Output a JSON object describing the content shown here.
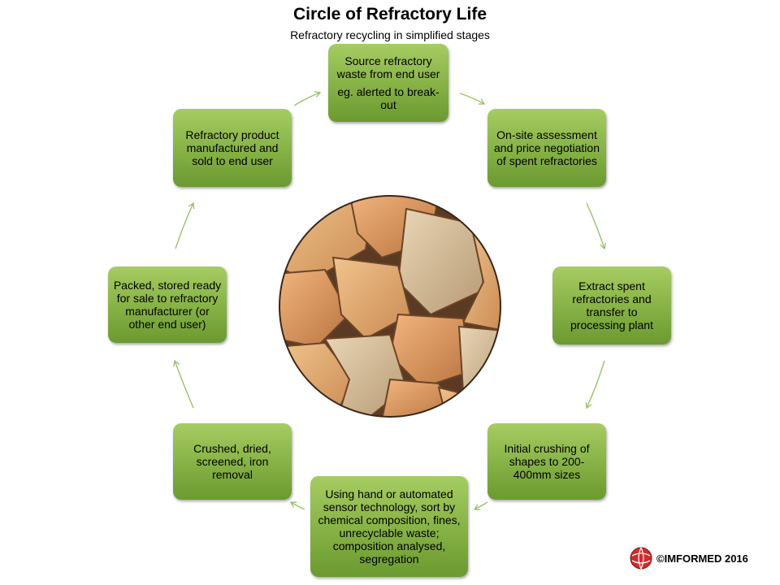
{
  "title": "Circle of Refractory Life",
  "subtitle": "Refractory recycling in simplified stages",
  "stages": [
    {
      "text": "Source refractory waste from end user",
      "sub": "eg. alerted to break-out"
    },
    {
      "text": "On-site assessment and price negotiation of spent refractories"
    },
    {
      "text": "Extract spent refractories and transfer to processing plant"
    },
    {
      "text": "Initial crushing of shapes to 200-400mm sizes"
    },
    {
      "text": "Using hand or automated sensor technology, sort by chemical composition, fines, unrecyclable waste; composition analysed, segregation"
    },
    {
      "text": "Crushed, dried, screened, iron removal"
    },
    {
      "text": "Packed, stored ready for sale to refractory manufacturer  (or other end user)"
    },
    {
      "text": "Refractory product manufactured and sold to end user"
    }
  ],
  "colors": {
    "stage_fill": "#8bb649",
    "arrow": "#9dc06a"
  },
  "copyright": "©IMFORMED 2016"
}
